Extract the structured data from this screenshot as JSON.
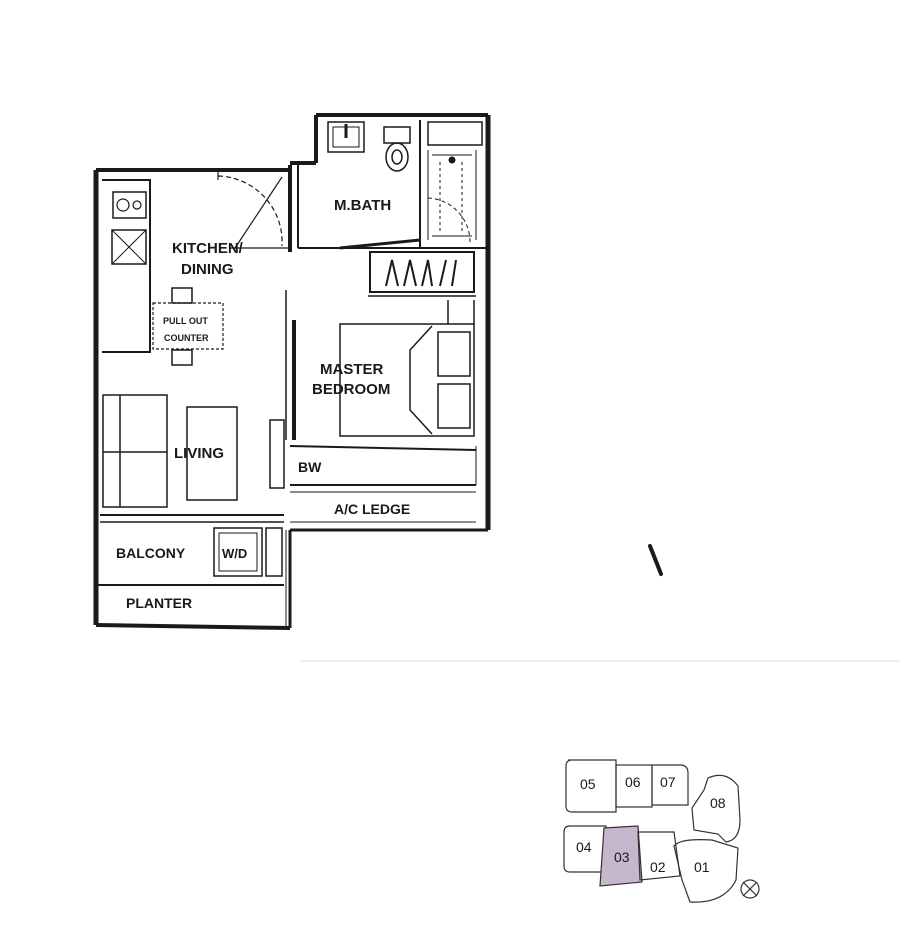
{
  "rooms": {
    "mbath": "M.BATH",
    "kitchen_line1": "KITCHEN/",
    "kitchen_line2": "DINING",
    "counter_line1": "PULL OUT",
    "counter_line2": "COUNTER",
    "master_line1": "MASTER",
    "master_line2": "BEDROOM",
    "living": "LIVING",
    "bw": "BW",
    "ac_ledge": "A/C LEDGE",
    "balcony": "BALCONY",
    "wd": "W/D",
    "planter": "PLANTER"
  },
  "key_plan": {
    "highlight_color": "#c7b7cc",
    "units": [
      {
        "id": "05"
      },
      {
        "id": "06"
      },
      {
        "id": "07"
      },
      {
        "id": "08"
      },
      {
        "id": "04"
      },
      {
        "id": "03",
        "highlighted": true
      },
      {
        "id": "02"
      },
      {
        "id": "01"
      }
    ]
  }
}
